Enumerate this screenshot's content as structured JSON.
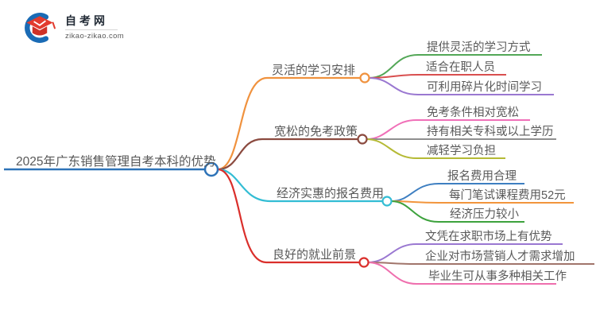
{
  "logo": {
    "brand": "自考网",
    "domain": "zikao-zikao.com",
    "colors": {
      "blue": "#1a6bb5",
      "red": "#e23b2e",
      "red_dark": "#cf3126"
    }
  },
  "mindmap": {
    "root": {
      "label": "2025年广东销售管理自考本科的优势",
      "color": "#2e73b8"
    },
    "branches": [
      {
        "label": "灵活的学习安排",
        "color": "#f0923e",
        "children": [
          {
            "label": "提供灵活的学习方式",
            "color": "#53a757"
          },
          {
            "label": "适合在职人员",
            "color": "#d94f4f"
          },
          {
            "label": "可利用碎片化时间学习",
            "color": "#9a78d1"
          }
        ]
      },
      {
        "label": "宽松的免考政策",
        "color": "#8b4a3f",
        "children": [
          {
            "label": "免考条件相对宽松",
            "color": "#f070b8"
          },
          {
            "label": "持有相关专科或以上学历",
            "color": "#8f8f8f"
          },
          {
            "label": "减轻学习负担",
            "color": "#b5ba35"
          }
        ]
      },
      {
        "label": "经济实惠的报名费用",
        "color": "#33bdd4",
        "children": [
          {
            "label": "报名费用合理",
            "color": "#3e7fc1"
          },
          {
            "label": "每门笔试课程费用52元",
            "color": "#f2953c"
          },
          {
            "label": "经济压力较小",
            "color": "#3da23d"
          }
        ]
      },
      {
        "label": "良好的就业前景",
        "color": "#da2f2b",
        "children": [
          {
            "label": "文凭在求职市场上有优势",
            "color": "#9a78d1"
          },
          {
            "label": "企业对市场营销人才需求增加",
            "color": "#a1756b"
          },
          {
            "label": "毕业生可从事多种相关工作",
            "color": "#ef6fae"
          }
        ]
      }
    ]
  }
}
